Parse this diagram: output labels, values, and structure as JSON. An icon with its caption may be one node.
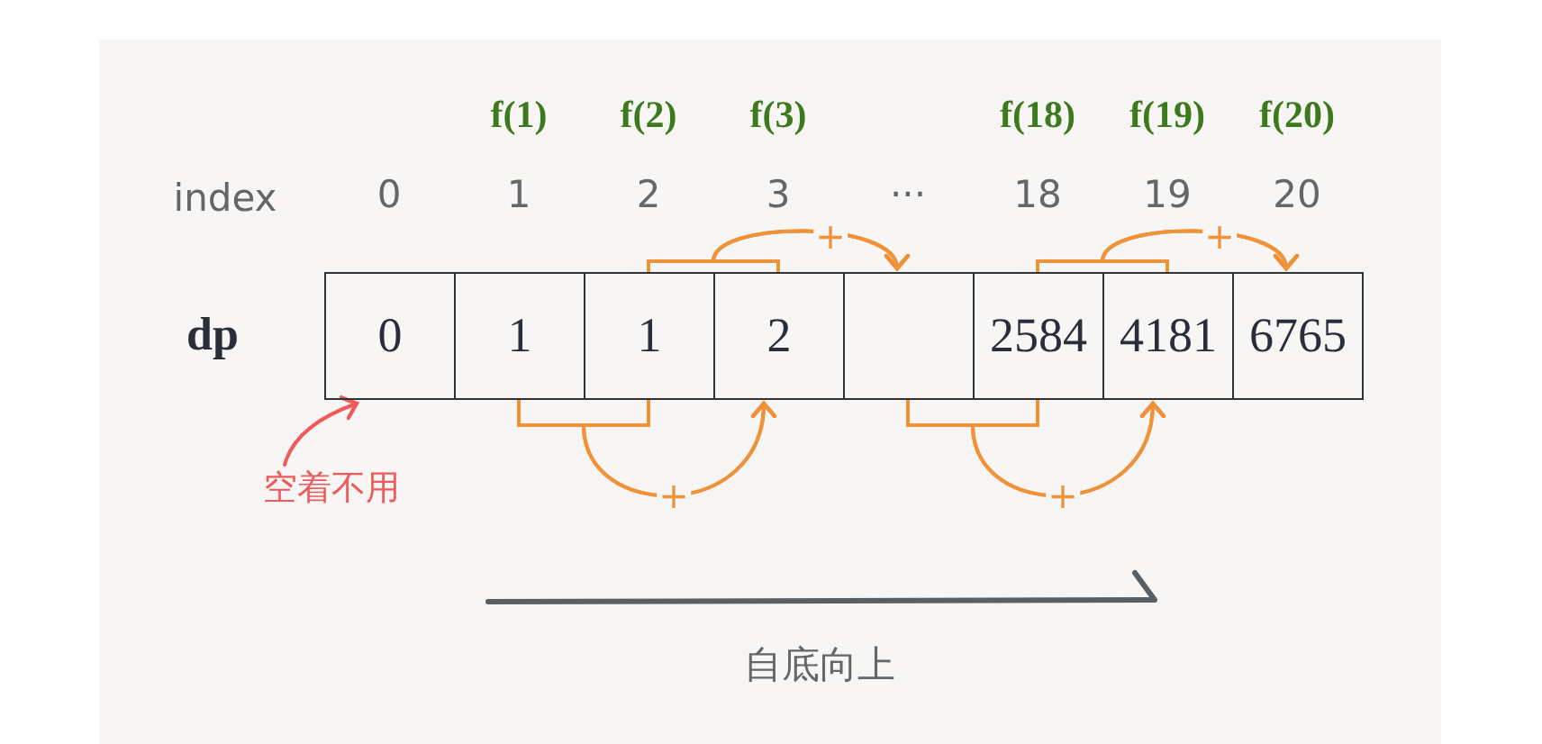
{
  "diagram": {
    "nodes": [
      {
        "text": [
          "0"
        ]
      },
      {
        "text": [
          "1"
        ]
      },
      {
        "text": [
          "1"
        ]
      },
      {
        "text": [
          "2"
        ]
      },
      {
        "text": [],
        "shape": "box"
      },
      {
        "text": [
          "2584"
        ]
      },
      {
        "text": [
          "4181"
        ]
      },
      {
        "text": [
          "6765"
        ]
      },
      {
        "text": [
          "空着不用"
        ]
      }
    ],
    "edges": [
      {
        "from": 1,
        "to": 3,
        "arrow": "to",
        "label": "+"
      },
      {
        "from": 2,
        "to": 3,
        "arrow": "to"
      },
      {
        "from": 2,
        "to": 4,
        "arrow": "to",
        "label": "+"
      },
      {
        "from": 3,
        "to": 4,
        "arrow": "to"
      },
      {
        "from": 4,
        "to": 6,
        "arrow": "to",
        "label": "+"
      },
      {
        "from": 5,
        "to": 6,
        "arrow": "to"
      },
      {
        "from": 5,
        "to": 7,
        "arrow": "to",
        "label": "+"
      },
      {
        "from": 6,
        "to": 7,
        "arrow": "to"
      },
      {
        "from": 8,
        "to": 0,
        "arrow": "to",
        "color": "#f05a5a"
      }
    ],
    "labels": [
      "f(1)",
      "f(2)",
      "f(3)",
      "f(18)",
      "f(19)",
      "f(20)",
      "index",
      "0",
      "1",
      "2",
      "3",
      "···",
      "18",
      "19",
      "20",
      "dp",
      "自底向上"
    ]
  }
}
